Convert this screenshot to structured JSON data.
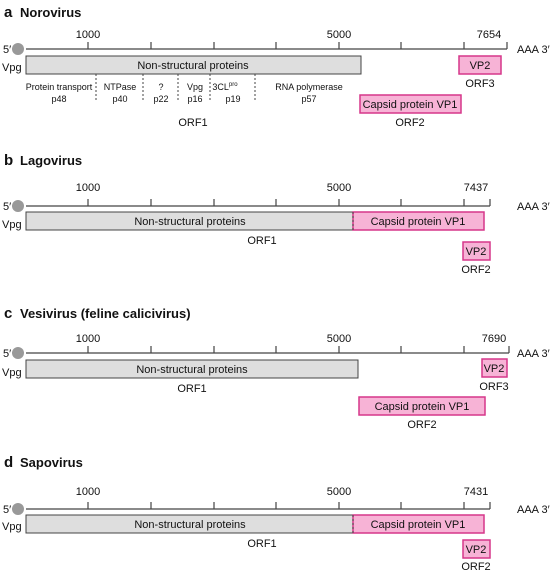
{
  "colors": {
    "gray_box": "#dedede",
    "pink_box": "#f7b3d6",
    "pink_stroke": "#d6378a",
    "genome_line": "#444444",
    "vpg_circle": "#999999"
  },
  "common": {
    "five_prime": "5′",
    "vpg": "Vpg",
    "polyA": "AAA 3′",
    "tick_1000": "1000",
    "tick_5000": "5000",
    "nsp": "Non-structural proteins",
    "vp1": "Capsid protein VP1",
    "vp2": "VP2"
  },
  "panels": [
    {
      "letter": "a",
      "title": "Norovirus",
      "length": "7654",
      "orf_main": "ORF1",
      "orf_vp1": "ORF2",
      "orf_vp2": "ORF3",
      "subproteins": [
        {
          "name": "Protein transport",
          "size": "p48"
        },
        {
          "name": "NTPase",
          "size": "p40"
        },
        {
          "name": "?",
          "size": "p22"
        },
        {
          "name": "Vpg",
          "size": "p16"
        },
        {
          "name": "3CL",
          "sup": "pro",
          "size": "p19"
        },
        {
          "name": "RNA polymerase",
          "size": "p57"
        }
      ]
    },
    {
      "letter": "b",
      "title": "Lagovirus",
      "length": "7437",
      "orf_main": "ORF1",
      "orf_vp2": "ORF2"
    },
    {
      "letter": "c",
      "title": "Vesivirus (feline calicivirus)",
      "length": "7690",
      "orf_main": "ORF1",
      "orf_vp1": "ORF2",
      "orf_vp2": "ORF3"
    },
    {
      "letter": "d",
      "title": "Sapovirus",
      "length": "7431",
      "orf_main": "ORF1",
      "orf_vp2": "ORF2"
    }
  ]
}
